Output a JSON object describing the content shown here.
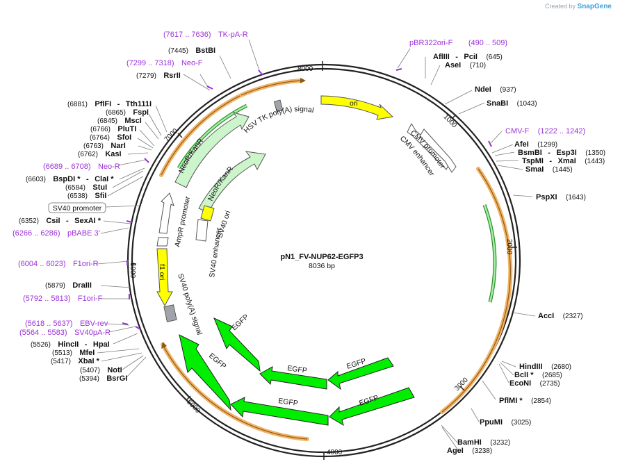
{
  "credit": {
    "prefix": "Created by",
    "brand": "SnapGene"
  },
  "plasmid": {
    "name": "pN1_FV-NUP62-EGFP3",
    "length_label": "8036 bp",
    "length": 8036
  },
  "scale_ticks": [
    "1000",
    "2000",
    "3000",
    "4000",
    "5000",
    "6000",
    "7000",
    "8000"
  ],
  "features": {
    "ori": "ori",
    "cmv_enhancer": "CMV enhancer",
    "cmv_promoter": "CMV promoter",
    "hsv_tk": "HSV TK poly(A) signal",
    "neokan1": "NeoR/KanR",
    "neokan2": "NeoR/KanR",
    "sv40_ori": "SV40 ori",
    "sv40_enh": "SV40 enhancer",
    "ampr_prom": "AmpR promoter",
    "f1ori": "f1 ori",
    "sv40_polya": "SV40 poly(A) signal",
    "egfp": "EGFP",
    "sv40_promoter_box": "SV40 promoter"
  },
  "labels": {
    "l_tkpa": {
      "pos": "(7617 .. 7636)",
      "name": "TK-pA-R",
      "kind": "primer"
    },
    "l_bstbi": {
      "pos": "(7445)",
      "name": "BstBI",
      "kind": "enzyme"
    },
    "l_neof": {
      "pos": "(7299 .. 7318)",
      "name": "Neo-F",
      "kind": "primer"
    },
    "l_rsrii": {
      "pos": "(7279)",
      "name": "RsrII",
      "kind": "enzyme"
    },
    "l_pflfi": {
      "pos": "(6881)",
      "name": "PflFI",
      "name2": "Tth111I",
      "kind": "enzyme"
    },
    "l_fspi": {
      "pos": "(6865)",
      "name": "FspI",
      "kind": "enzyme"
    },
    "l_msci": {
      "pos": "(6845)",
      "name": "MscI",
      "kind": "enzyme"
    },
    "l_pluti": {
      "pos": "(6766)",
      "name": "PluTI",
      "kind": "enzyme"
    },
    "l_sfoi": {
      "pos": "(6764)",
      "name": "SfoI",
      "kind": "enzyme"
    },
    "l_nari": {
      "pos": "(6763)",
      "name": "NarI",
      "kind": "enzyme"
    },
    "l_kasi": {
      "pos": "(6762)",
      "name": "KasI",
      "kind": "enzyme"
    },
    "l_neor": {
      "pos": "(6689 .. 6708)",
      "name": "Neo-R",
      "kind": "primer"
    },
    "l_bspdi": {
      "pos": "(6603)",
      "name": "BspDI *",
      "name2": "ClaI *",
      "kind": "enzyme"
    },
    "l_stui": {
      "pos": "(6584)",
      "name": "StuI",
      "kind": "enzyme"
    },
    "l_sfii": {
      "pos": "(6538)",
      "name": "SfiI",
      "kind": "enzyme"
    },
    "l_csii": {
      "pos": "(6352)",
      "name": "CsiI",
      "name2": "SexAI *",
      "kind": "enzyme"
    },
    "l_pbabe": {
      "pos": "(6266 .. 6286)",
      "name": "pBABE 3'",
      "kind": "primer"
    },
    "l_f1orir": {
      "pos": "(6004 .. 6023)",
      "name": "F1ori-R",
      "kind": "primer"
    },
    "l_draiii": {
      "pos": "(5879)",
      "name": "DraIII",
      "kind": "enzyme"
    },
    "l_f1orif": {
      "pos": "(5792 .. 5813)",
      "name": "F1ori-F",
      "kind": "primer"
    },
    "l_ebvrev": {
      "pos": "(5618 .. 5637)",
      "name": "EBV-rev",
      "kind": "primer"
    },
    "l_sv40par": {
      "pos": "(5564 .. 5583)",
      "name": "SV40pA-R",
      "kind": "primer"
    },
    "l_hincii": {
      "pos": "(5526)",
      "name": "HincII",
      "name2": "HpaI",
      "kind": "enzyme"
    },
    "l_mfei": {
      "pos": "(5513)",
      "name": "MfeI",
      "kind": "enzyme"
    },
    "l_xbai": {
      "pos": "(5417)",
      "name": "XbaI *",
      "kind": "enzyme"
    },
    "l_noti": {
      "pos": "(5407)",
      "name": "NotI",
      "kind": "enzyme"
    },
    "l_bsrgi": {
      "pos": "(5394)",
      "name": "BsrGI",
      "kind": "enzyme"
    },
    "r_pbr322": {
      "name": "pBR322ori-F",
      "pos": "(490 .. 509)",
      "kind": "primer"
    },
    "r_afliii": {
      "name": "AflIII",
      "name2": "PciI",
      "pos": "(645)",
      "kind": "enzyme"
    },
    "r_asei": {
      "name": "AseI",
      "pos": "(710)",
      "kind": "enzyme"
    },
    "r_ndei": {
      "name": "NdeI",
      "pos": "(937)",
      "kind": "enzyme"
    },
    "r_snabi": {
      "name": "SnaBI",
      "pos": "(1043)",
      "kind": "enzyme"
    },
    "r_cmvf": {
      "name": "CMV-F",
      "pos": "(1222 .. 1242)",
      "kind": "primer"
    },
    "r_afei": {
      "name": "AfeI",
      "pos": "(1299)",
      "kind": "enzyme"
    },
    "r_bsmbi": {
      "name": "BsmBI",
      "name2": "Esp3I",
      "pos": "(1350)",
      "kind": "enzyme"
    },
    "r_tspmi": {
      "name": "TspMI",
      "name2": "XmaI",
      "pos": "(1443)",
      "kind": "enzyme"
    },
    "r_smai": {
      "name": "SmaI",
      "pos": "(1445)",
      "kind": "enzyme"
    },
    "r_pspxi": {
      "name": "PspXI",
      "pos": "(1643)",
      "kind": "enzyme"
    },
    "r_acci": {
      "name": "AccI",
      "pos": "(2327)",
      "kind": "enzyme"
    },
    "r_hindiii": {
      "name": "HindIII",
      "pos": "(2680)",
      "kind": "enzyme"
    },
    "r_bcli": {
      "name": "BclI *",
      "pos": "(2685)",
      "kind": "enzyme"
    },
    "r_ecoNI": {
      "name": "EcoNI",
      "pos": "(2735)",
      "kind": "enzyme"
    },
    "r_pflmi": {
      "name": "PflMI *",
      "pos": "(2854)",
      "kind": "enzyme"
    },
    "r_ppumi": {
      "name": "PpuMI",
      "pos": "(3025)",
      "kind": "enzyme"
    },
    "r_bamhi": {
      "name": "BamHI",
      "pos": "(3232)",
      "kind": "enzyme"
    },
    "r_agei": {
      "name": "AgeI",
      "pos": "(3238)",
      "kind": "enzyme"
    }
  },
  "colors": {
    "backbone": "#222222",
    "ori": "#ffff00",
    "egfp": "#00ee00",
    "neokan": "#ccf5cc",
    "grey_feature": "#a0a4a8",
    "orf_ring": "#f2b366",
    "primer": "#9b30d9",
    "brand": "#3aa0d8"
  }
}
